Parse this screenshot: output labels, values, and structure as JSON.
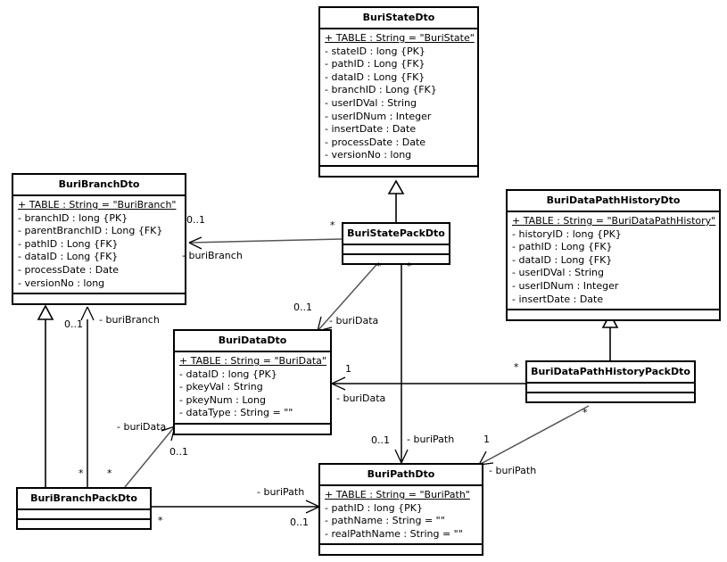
{
  "diagram": {
    "title": "Buri DTO class diagram",
    "stroke_color": "#000000",
    "background": "#ffffff",
    "classes": [
      {
        "id": "BuriStateDto",
        "name": "BuriStateDto",
        "attributes": [
          {
            "text": "+ TABLE : String = \"BuriState\"",
            "static": true
          },
          {
            "text": "- stateID : long {PK}",
            "static": false
          },
          {
            "text": "- pathID : Long {FK}",
            "static": false
          },
          {
            "text": "- dataID : Long {FK}",
            "static": false
          },
          {
            "text": "- branchID : Long {FK}",
            "static": false
          },
          {
            "text": "- userIDVal : String",
            "static": false
          },
          {
            "text": "- userIDNum : Integer",
            "static": false
          },
          {
            "text": "- insertDate : Date",
            "static": false
          },
          {
            "text": "- processDate : Date",
            "static": false
          },
          {
            "text": "- versionNo : long",
            "static": false
          }
        ]
      },
      {
        "id": "BuriBranchDto",
        "name": "BuriBranchDto",
        "attributes": [
          {
            "text": "+ TABLE : String = \"BuriBranch\"",
            "static": true
          },
          {
            "text": "- branchID : long {PK}",
            "static": false
          },
          {
            "text": "- parentBranchID : Long {FK}",
            "static": false
          },
          {
            "text": "- pathID : Long {FK}",
            "static": false
          },
          {
            "text": "- dataID : Long {FK}",
            "static": false
          },
          {
            "text": "- processDate : Date",
            "static": false
          },
          {
            "text": "- versionNo : long",
            "static": false
          }
        ]
      },
      {
        "id": "BuriDataPathHistoryDto",
        "name": "BuriDataPathHistoryDto",
        "attributes": [
          {
            "text": "+ TABLE : String = \"BuriDataPathHistory\"",
            "static": true
          },
          {
            "text": "- historyID : long {PK}",
            "static": false
          },
          {
            "text": "- pathID : Long {FK}",
            "static": false
          },
          {
            "text": "- dataID : Long {FK}",
            "static": false
          },
          {
            "text": "- userIDVal : String",
            "static": false
          },
          {
            "text": "- userIDNum : Integer",
            "static": false
          },
          {
            "text": "- insertDate : Date",
            "static": false
          }
        ]
      },
      {
        "id": "BuriDataDto",
        "name": "BuriDataDto",
        "attributes": [
          {
            "text": "+ TABLE : String = \"BuriData\"",
            "static": true
          },
          {
            "text": "- dataID : long {PK}",
            "static": false
          },
          {
            "text": "- pkeyVal : String",
            "static": false
          },
          {
            "text": "- pkeyNum : Long",
            "static": false
          },
          {
            "text": "- dataType : String = \"\"",
            "static": false
          }
        ]
      },
      {
        "id": "BuriPathDto",
        "name": "BuriPathDto",
        "attributes": [
          {
            "text": "+ TABLE : String = \"BuriPath\"",
            "static": true
          },
          {
            "text": "- pathID : long {PK}",
            "static": false
          },
          {
            "text": "- pathName : String = \"\"",
            "static": false
          },
          {
            "text": "- realPathName : String = \"\"",
            "static": false
          }
        ]
      },
      {
        "id": "BuriStatePackDto",
        "name": "BuriStatePackDto",
        "attributes": []
      },
      {
        "id": "BuriDataPathHistoryPackDto",
        "name": "BuriDataPathHistoryPackDto",
        "attributes": []
      },
      {
        "id": "BuriBranchPackDto",
        "name": "BuriBranchPackDto",
        "attributes": []
      }
    ],
    "generalizations": [
      {
        "from": "BuriStatePackDto",
        "to": "BuriStateDto"
      },
      {
        "from": "BuriDataPathHistoryPackDto",
        "to": "BuriDataPathHistoryDto"
      },
      {
        "from": "BuriBranchPackDto",
        "to": "BuriBranchDto"
      }
    ],
    "associations": [
      {
        "from": "BuriStatePackDto",
        "to": "BuriBranchDto",
        "source_mult": "*",
        "target_mult": "0..1",
        "role": "- buriBranch"
      },
      {
        "from": "BuriStatePackDto",
        "to": "BuriDataDto",
        "source_mult": "*",
        "target_mult": "0..1",
        "role": "- buriData"
      },
      {
        "from": "BuriStatePackDto",
        "to": "BuriPathDto",
        "source_mult": "*",
        "target_mult": "0..1",
        "role": "- buriPath"
      },
      {
        "from": "BuriDataPathHistoryPackDto",
        "to": "BuriDataDto",
        "source_mult": "*",
        "target_mult": "1",
        "role": "- buriData"
      },
      {
        "from": "BuriDataPathHistoryPackDto",
        "to": "BuriPathDto",
        "source_mult": "*",
        "target_mult": "1",
        "role": "- buriPath"
      },
      {
        "from": "BuriBranchPackDto",
        "to": "BuriBranchDto",
        "source_mult": "*",
        "target_mult": "0..1",
        "role": "- buriBranch"
      },
      {
        "from": "BuriBranchPackDto",
        "to": "BuriDataDto",
        "source_mult": "*",
        "target_mult": "0..1",
        "role": "- buriData"
      },
      {
        "from": "BuriBranchPackDto",
        "to": "BuriPathDto",
        "source_mult": "*",
        "target_mult": "0..1",
        "role": "- buriPath"
      }
    ],
    "edge_labels": [
      {
        "key": "l1",
        "text": "0..1"
      },
      {
        "key": "l2",
        "text": "*"
      },
      {
        "key": "l3",
        "text": "- buriBranch"
      },
      {
        "key": "l4",
        "text": "0..1"
      },
      {
        "key": "l5",
        "text": "- buriData"
      },
      {
        "key": "l6",
        "text": "*"
      },
      {
        "key": "l7",
        "text": "*"
      },
      {
        "key": "l8",
        "text": "0..1"
      },
      {
        "key": "l9",
        "text": "- buriBranch"
      },
      {
        "key": "l10",
        "text": "1"
      },
      {
        "key": "l11",
        "text": "- buriData"
      },
      {
        "key": "l12",
        "text": "*"
      },
      {
        "key": "l13",
        "text": "- buriData"
      },
      {
        "key": "l14",
        "text": "0..1"
      },
      {
        "key": "l15",
        "text": "*"
      },
      {
        "key": "l16",
        "text": "*"
      },
      {
        "key": "l17",
        "text": "0..1"
      },
      {
        "key": "l18",
        "text": "- buriPath"
      },
      {
        "key": "l19",
        "text": "1"
      },
      {
        "key": "l20",
        "text": "- buriPath"
      },
      {
        "key": "l21",
        "text": "*"
      },
      {
        "key": "l22",
        "text": "- buriPath"
      },
      {
        "key": "l23",
        "text": "*"
      },
      {
        "key": "l24",
        "text": "0..1"
      }
    ]
  }
}
